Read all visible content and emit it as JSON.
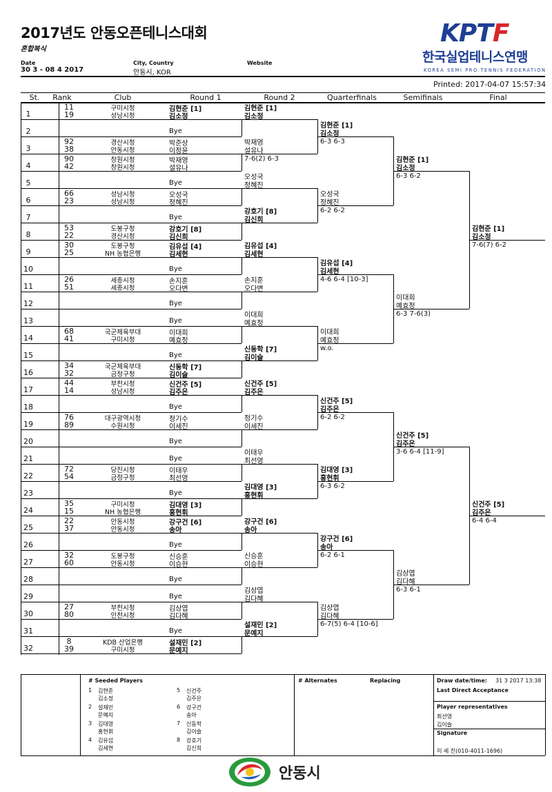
{
  "header": {
    "title": "2017년도 안동오픈테니스대회",
    "subtitle": "혼합복식",
    "date_label": "Date",
    "date_value": "30 3 - 08 4 2017",
    "city_label": "City, Country",
    "city_value": "안동시, KOR",
    "website_label": "Website",
    "printed": "Printed: 2017-04-07 15:57:34"
  },
  "logo": {
    "kptf_main": "KPT",
    "kptf_accent": "F",
    "korean_name": "한국실업테니스연맹",
    "english_name": "KOREA SEMI PRO TENNIS FEDERATION"
  },
  "columns": [
    "St.",
    "Rank",
    "Club",
    "Round 1",
    "Round 2",
    "Quarterfinals",
    "Semifinals",
    "Final"
  ],
  "draw": [
    {
      "n": "1",
      "r1": "11",
      "r2": "19",
      "c1": "구미시청",
      "c2": "성남시청",
      "p1": "김현준 [1]",
      "p2": "김소정",
      "bye": false,
      "bold": true
    },
    {
      "n": "2",
      "r1": "",
      "r2": "",
      "c1": "",
      "c2": "",
      "p1": "",
      "p2": "Bye",
      "bye": true,
      "bold": false
    },
    {
      "n": "3",
      "r1": "92",
      "r2": "38",
      "c1": "경산시청",
      "c2": "안동시청",
      "p1": "박준상",
      "p2": "이정윤",
      "bye": false,
      "bold": false
    },
    {
      "n": "4",
      "r1": "90",
      "r2": "42",
      "c1": "창원시청",
      "c2": "창원시청",
      "p1": "박재영",
      "p2": "설유나",
      "bye": false,
      "bold": false
    },
    {
      "n": "5",
      "r1": "",
      "r2": "",
      "c1": "",
      "c2": "",
      "p1": "",
      "p2": "Bye",
      "bye": true,
      "bold": false
    },
    {
      "n": "6",
      "r1": "66",
      "r2": "23",
      "c1": "성남시청",
      "c2": "성남시청",
      "p1": "오성국",
      "p2": "정혜진",
      "bye": false,
      "bold": false
    },
    {
      "n": "7",
      "r1": "",
      "r2": "",
      "c1": "",
      "c2": "",
      "p1": "",
      "p2": "Bye",
      "bye": true,
      "bold": false
    },
    {
      "n": "8",
      "r1": "53",
      "r2": "22",
      "c1": "도봉구청",
      "c2": "경산시청",
      "p1": "강호기 [8]",
      "p2": "김신희",
      "bye": false,
      "bold": true
    },
    {
      "n": "9",
      "r1": "30",
      "r2": "25",
      "c1": "도봉구청",
      "c2": "NH 농협은행",
      "p1": "김유섭 [4]",
      "p2": "김세현",
      "bye": false,
      "bold": true
    },
    {
      "n": "10",
      "r1": "",
      "r2": "",
      "c1": "",
      "c2": "",
      "p1": "",
      "p2": "Bye",
      "bye": true,
      "bold": false
    },
    {
      "n": "11",
      "r1": "26",
      "r2": "51",
      "c1": "세종시청",
      "c2": "세종시청",
      "p1": "손지훈",
      "p2": "오다변",
      "bye": false,
      "bold": false
    },
    {
      "n": "12",
      "r1": "",
      "r2": "",
      "c1": "",
      "c2": "",
      "p1": "",
      "p2": "Bye",
      "bye": true,
      "bold": false
    },
    {
      "n": "13",
      "r1": "",
      "r2": "",
      "c1": "",
      "c2": "",
      "p1": "",
      "p2": "Bye",
      "bye": true,
      "bold": false
    },
    {
      "n": "14",
      "r1": "68",
      "r2": "41",
      "c1": "국군체육부대",
      "c2": "구미시청",
      "p1": "이대희",
      "p2": "예효정",
      "bye": false,
      "bold": false
    },
    {
      "n": "15",
      "r1": "",
      "r2": "",
      "c1": "",
      "c2": "",
      "p1": "",
      "p2": "Bye",
      "bye": true,
      "bold": false
    },
    {
      "n": "16",
      "r1": "34",
      "r2": "32",
      "c1": "국군체육부대",
      "c2": "금정구청",
      "p1": "신동학 [7]",
      "p2": "김이슬",
      "bye": false,
      "bold": true
    },
    {
      "n": "17",
      "r1": "44",
      "r2": "14",
      "c1": "부천시청",
      "c2": "성남시청",
      "p1": "신건주 [5]",
      "p2": "김주은",
      "bye": false,
      "bold": true
    },
    {
      "n": "18",
      "r1": "",
      "r2": "",
      "c1": "",
      "c2": "",
      "p1": "",
      "p2": "Bye",
      "bye": true,
      "bold": false
    },
    {
      "n": "19",
      "r1": "76",
      "r2": "89",
      "c1": "대구광역시청",
      "c2": "수원시청",
      "p1": "정기수",
      "p2": "이세진",
      "bye": false,
      "bold": false
    },
    {
      "n": "20",
      "r1": "",
      "r2": "",
      "c1": "",
      "c2": "",
      "p1": "",
      "p2": "Bye",
      "bye": true,
      "bold": false
    },
    {
      "n": "21",
      "r1": "",
      "r2": "",
      "c1": "",
      "c2": "",
      "p1": "",
      "p2": "Bye",
      "bye": true,
      "bold": false
    },
    {
      "n": "22",
      "r1": "72",
      "r2": "54",
      "c1": "당진시청",
      "c2": "금정구청",
      "p1": "이태우",
      "p2": "최선영",
      "bye": false,
      "bold": false
    },
    {
      "n": "23",
      "r1": "",
      "r2": "",
      "c1": "",
      "c2": "",
      "p1": "",
      "p2": "Bye",
      "bye": true,
      "bold": false
    },
    {
      "n": "24",
      "r1": "35",
      "r2": "15",
      "c1": "구미시청",
      "c2": "NH 농협은행",
      "p1": "김대영 [3]",
      "p2": "홍현휘",
      "bye": false,
      "bold": true
    },
    {
      "n": "25",
      "r1": "22",
      "r2": "37",
      "c1": "안동시청",
      "c2": "안동시청",
      "p1": "강구건 [6]",
      "p2": "송아",
      "bye": false,
      "bold": true
    },
    {
      "n": "26",
      "r1": "",
      "r2": "",
      "c1": "",
      "c2": "",
      "p1": "",
      "p2": "Bye",
      "bye": true,
      "bold": false
    },
    {
      "n": "27",
      "r1": "32",
      "r2": "60",
      "c1": "도봉구청",
      "c2": "안동시청",
      "p1": "신승훈",
      "p2": "이승현",
      "bye": false,
      "bold": false
    },
    {
      "n": "28",
      "r1": "",
      "r2": "",
      "c1": "",
      "c2": "",
      "p1": "",
      "p2": "Bye",
      "bye": true,
      "bold": false
    },
    {
      "n": "29",
      "r1": "",
      "r2": "",
      "c1": "",
      "c2": "",
      "p1": "",
      "p2": "Bye",
      "bye": true,
      "bold": false
    },
    {
      "n": "30",
      "r1": "27",
      "r2": "80",
      "c1": "부천시청",
      "c2": "인천시청",
      "p1": "김상엽",
      "p2": "김다혜",
      "bye": false,
      "bold": false
    },
    {
      "n": "31",
      "r1": "",
      "r2": "",
      "c1": "",
      "c2": "",
      "p1": "",
      "p2": "Bye",
      "bye": true,
      "bold": false
    },
    {
      "n": "32",
      "r1": "8",
      "r2": "39",
      "c1": "KDB 산업은행",
      "c2": "구미시청",
      "p1": "설재민 [2]",
      "p2": "문예지",
      "bye": false,
      "bold": true
    }
  ],
  "round2": [
    {
      "a": "김현준 [1]",
      "b": "김소정",
      "score": "",
      "bold": true
    },
    {
      "a": "박재영",
      "b": "설유나",
      "score": "7-6(2) 6-3",
      "bold": false
    },
    {
      "a": "오성국",
      "b": "정혜진",
      "score": "",
      "bold": false
    },
    {
      "a": "강호기 [8]",
      "b": "김신희",
      "score": "",
      "bold": true
    },
    {
      "a": "김유섭 [4]",
      "b": "김세현",
      "score": "",
      "bold": true
    },
    {
      "a": "손지훈",
      "b": "오다변",
      "score": "",
      "bold": false
    },
    {
      "a": "이대희",
      "b": "예효정",
      "score": "",
      "bold": false
    },
    {
      "a": "신동학 [7]",
      "b": "김이슬",
      "score": "",
      "bold": true
    },
    {
      "a": "신건주 [5]",
      "b": "김주은",
      "score": "",
      "bold": true
    },
    {
      "a": "정기수",
      "b": "이세진",
      "score": "",
      "bold": false
    },
    {
      "a": "이태우",
      "b": "최선영",
      "score": "",
      "bold": false
    },
    {
      "a": "김대영 [3]",
      "b": "홍현휘",
      "score": "",
      "bold": true
    },
    {
      "a": "강구건 [6]",
      "b": "송아",
      "score": "",
      "bold": true
    },
    {
      "a": "신승훈",
      "b": "이승현",
      "score": "",
      "bold": false
    },
    {
      "a": "김상엽",
      "b": "김다혜",
      "score": "",
      "bold": false
    },
    {
      "a": "설재민 [2]",
      "b": "문예지",
      "score": "",
      "bold": true
    }
  ],
  "quarterfinals": [
    {
      "a": "김현준 [1]",
      "b": "김소정",
      "score": "6-3 6-3",
      "bold": true
    },
    {
      "a": "오성국",
      "b": "정혜진",
      "score": "6-2 6-2",
      "bold": false
    },
    {
      "a": "김유섭 [4]",
      "b": "김세현",
      "score": "4-6 6-4 [10-3]",
      "bold": true
    },
    {
      "a": "이대희",
      "b": "예효정",
      "score": "w.o.",
      "bold": false
    },
    {
      "a": "신건주 [5]",
      "b": "김주은",
      "score": "6-2 6-2",
      "bold": true
    },
    {
      "a": "김대영 [3]",
      "b": "홍현휘",
      "score": "6-3 6-2",
      "bold": true
    },
    {
      "a": "강구건 [6]",
      "b": "송아",
      "score": "6-2 6-1",
      "bold": true
    },
    {
      "a": "김상엽",
      "b": "김다혜",
      "score": "6-7(5) 6-4 [10-6]",
      "bold": false
    }
  ],
  "semifinals": [
    {
      "a": "김현준 [1]",
      "b": "김소정",
      "score": "6-3 6-2",
      "bold": true
    },
    {
      "a": "이대희",
      "b": "예효정",
      "score": "6-3 7-6(3)",
      "bold": false
    },
    {
      "a": "신건주 [5]",
      "b": "김주은",
      "score": "3-6 6-4 [11-9]",
      "bold": true
    },
    {
      "a": "김상엽",
      "b": "김다혜",
      "score": "6-3 6-1",
      "bold": false
    }
  ],
  "final": [
    {
      "a": "김현준 [1]",
      "b": "김소정",
      "score": "7-6(7) 6-2",
      "bold": true
    },
    {
      "a": "신건주 [5]",
      "b": "김주은",
      "score": "6-4 6-4",
      "bold": true
    }
  ],
  "footer": {
    "seeded_title": "#  Seeded Players",
    "seeds": [
      {
        "n": "1",
        "a": "김현준",
        "b": "김소정"
      },
      {
        "n": "2",
        "a": "설재민",
        "b": "문예지"
      },
      {
        "n": "3",
        "a": "김대영",
        "b": "홍현휘"
      },
      {
        "n": "4",
        "a": "김유섭",
        "b": "김세현"
      },
      {
        "n": "5",
        "a": "신건주",
        "b": "김주은"
      },
      {
        "n": "6",
        "a": "강구건",
        "b": "송아"
      },
      {
        "n": "7",
        "a": "신동학",
        "b": "김이슬"
      },
      {
        "n": "8",
        "a": "강호기",
        "b": "김신희"
      }
    ],
    "alternates_title": "# Alternates",
    "replacing_title": "Replacing",
    "draw_date_label": "Draw date/time:",
    "draw_date_value": "31 3 2017 13:38",
    "last_direct": "Last Direct Acceptance",
    "player_reps_label": "Player representatives",
    "rep1": "최선영",
    "rep2": "김이슬",
    "signature_label": "Signature",
    "signature_value": "이 세 진(010-4011-1696)"
  },
  "city": {
    "name": "안동시"
  }
}
